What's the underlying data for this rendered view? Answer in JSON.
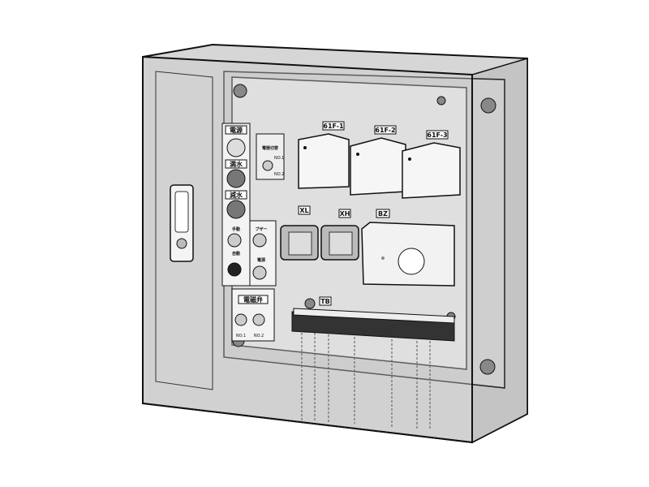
{
  "panel_labels": {
    "power_lamp": "電源",
    "full_water": "満水",
    "low_water": "減水",
    "electrode_switch": "電極切替",
    "electrode_no1": "NO.1",
    "electrode_no2": "NO.2",
    "manual": "手動",
    "auto": "自動",
    "buzzer": "ブザー",
    "power_switch": "電源",
    "solenoid_valve": "電磁弁",
    "valve_no1": "NO.1",
    "valve_no2": "NO.2"
  },
  "components": {
    "relay1": "61F-1",
    "relay2": "61F-2",
    "relay3": "61F-3",
    "xl": "XL",
    "xh": "XH",
    "bz": "BZ",
    "tb": "TB"
  }
}
